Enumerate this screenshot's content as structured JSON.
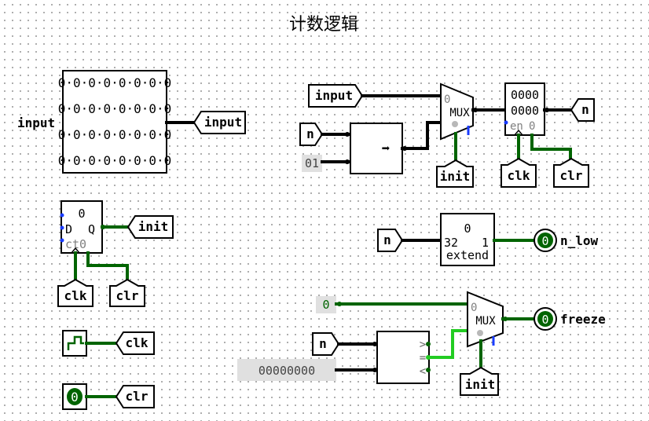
{
  "title": "计数逻辑",
  "input_block": {
    "label": "input",
    "rows": [
      "0·0·0·0·0·0·0·0",
      "0·0·0·0·0·0·0·0",
      "0·0·0·0·0·0·0·0",
      "0·0·0·0·0·0·0·0"
    ],
    "tunnel": "input"
  },
  "register_d": {
    "value": "0",
    "d_label": "D",
    "q_label": "Q",
    "ct_label": "ct0",
    "q_tunnel": "init",
    "clk_tunnel": "clk",
    "clr_tunnel": "clr"
  },
  "clock": {
    "tunnel": "clk"
  },
  "clr_pin": {
    "value": "0",
    "tunnel": "clr"
  },
  "mux_top": {
    "label": "MUX",
    "sel_index": "0",
    "input_tunnel": "input",
    "sel_tunnel": "init"
  },
  "shifter": {
    "n_tunnel": "n",
    "const": "01",
    "symbol": "➡"
  },
  "counter_reg": {
    "top_value": "0000",
    "bottom_value": "0000",
    "en_label": "en",
    "en_value": "0",
    "out_tunnel": "n",
    "clk_tunnel": "clk",
    "clr_tunnel": "clr"
  },
  "extend": {
    "in_tunnel": "n",
    "top": "0",
    "left": "32",
    "right": "1",
    "label": "extend",
    "out_value": "0",
    "out_label": "n_low"
  },
  "mux_bottom": {
    "label": "MUX",
    "sel_index": "0",
    "const_zero": "0",
    "sel_tunnel": "init",
    "out_value": "0",
    "out_label": "freeze"
  },
  "comparator": {
    "n_tunnel": "n",
    "const": "00000000",
    "gt": ">",
    "eq": "=",
    "lt": "<"
  }
}
